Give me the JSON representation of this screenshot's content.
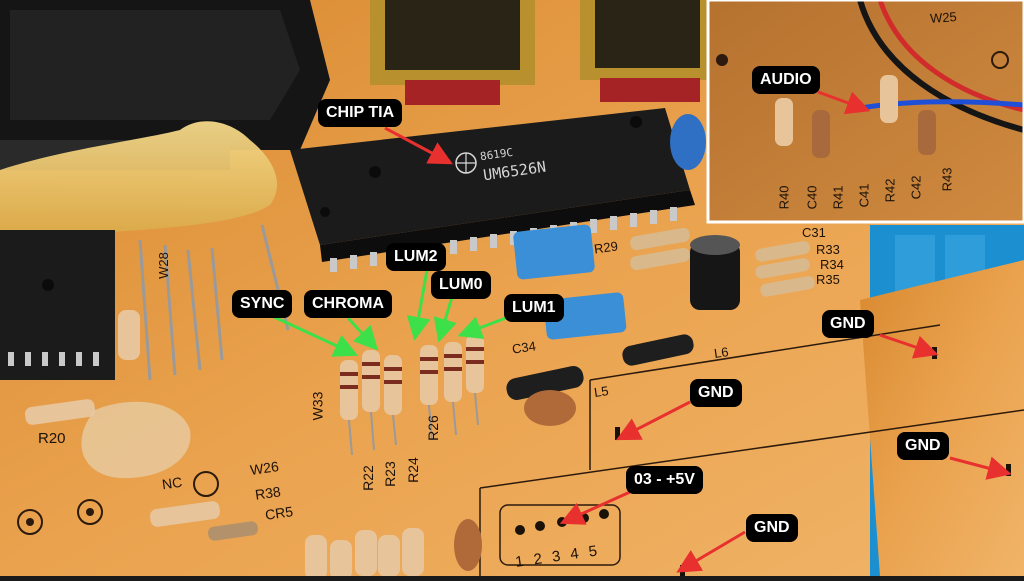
{
  "labels": {
    "chip": "CHIP TIA",
    "audio": "AUDIO",
    "lum2": "LUM2",
    "lum0": "LUM0",
    "lum1": "LUM1",
    "sync": "SYNC",
    "chroma": "CHROMA",
    "gnd_right_top": "GND",
    "gnd_mid": "GND",
    "gnd_right_bottom": "GND",
    "gnd_bottom": "GND",
    "pin03": "03 - +5V"
  },
  "chip_marking": {
    "line1": "8619C",
    "line2": "UM6526N"
  },
  "board_silkscreen": {
    "r20": "R20",
    "r22": "R22",
    "r23": "R23",
    "r24": "R24",
    "r26": "R26",
    "w33": "W33",
    "w26": "W26",
    "r38": "R38",
    "cr5": "CR5",
    "nc": "NC",
    "c34": "C34",
    "l5": "L5",
    "l6": "L6",
    "r29": "R29",
    "r33": "R33",
    "r34": "R34",
    "r35": "R35",
    "c31": "C31",
    "w28": "W28",
    "w25": "W25",
    "r40": "R40",
    "c40": "C40",
    "r41": "R41",
    "c41": "C41",
    "r42": "R42",
    "c42": "C42",
    "r43": "R43",
    "pins": "1 2 3 4 5"
  },
  "colors": {
    "arrow_green": "#3ee04a",
    "arrow_red": "#e8302f",
    "label_bg": "#000000",
    "board": "#e9a047"
  }
}
